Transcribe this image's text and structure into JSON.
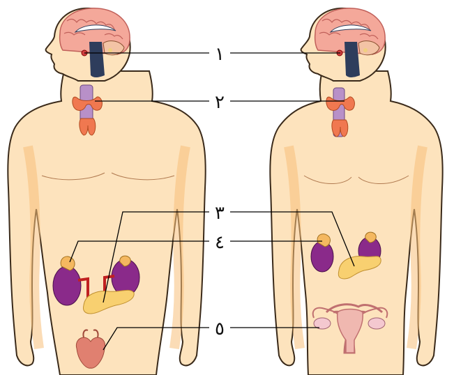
{
  "labels": [
    {
      "id": "1",
      "text": "١"
    },
    {
      "id": "2",
      "text": "٢"
    },
    {
      "id": "3",
      "text": "٣"
    },
    {
      "id": "4",
      "text": "٤"
    },
    {
      "id": "5",
      "text": "٥"
    }
  ],
  "colors": {
    "skin": "#fde3bd",
    "skin_outline": "#3a2a1a",
    "skin_shade": "#f8c07a",
    "brain": "#f4a89a",
    "thyroid": "#f07850",
    "kidney": "#8a2a8a",
    "adrenal": "#f4b860",
    "pancreas": "#f8d070",
    "testes": "#e08070",
    "uterus": "#f0b8b0"
  }
}
